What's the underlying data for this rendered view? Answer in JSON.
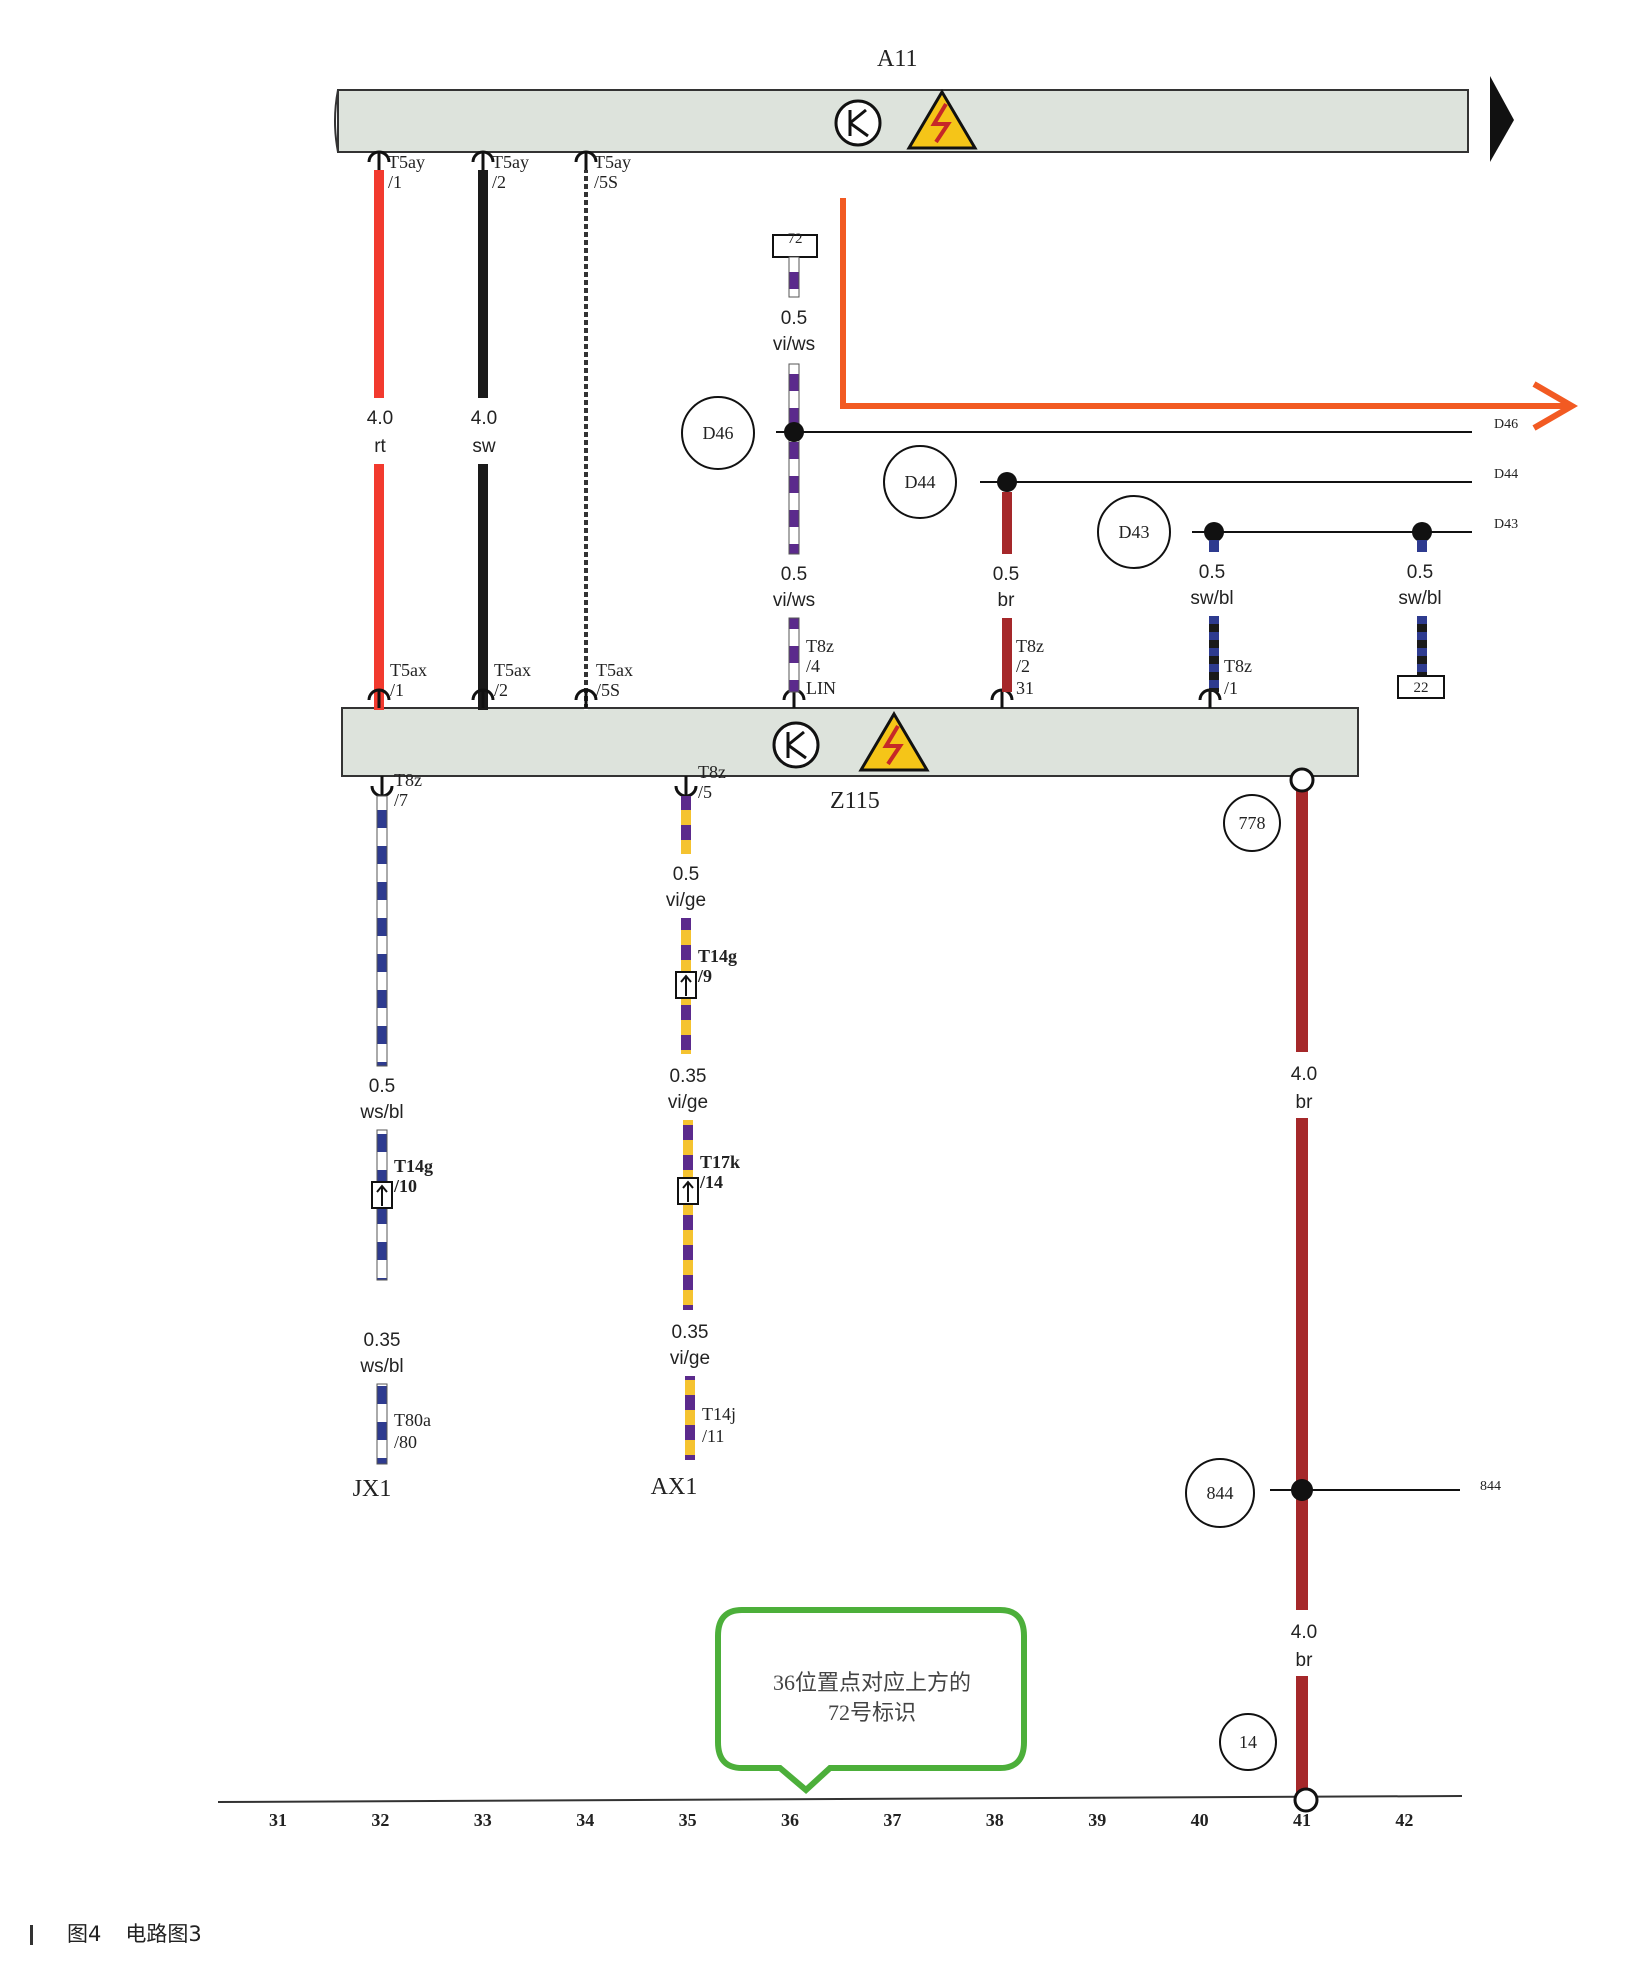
{
  "components": {
    "a11": "A11",
    "z115": "Z115",
    "jx1": "JX1",
    "ax1": "AX1"
  },
  "connectors": {
    "t5ay_1": "T5ay",
    "t5ay_1_pin": "/1",
    "t5ay_2": "T5ay",
    "t5ay_2_pin": "/2",
    "t5ay_5s": "T5ay",
    "t5ay_5s_pin": "/5S",
    "t5ax_1": "T5ax",
    "t5ax_1_pin": "/1",
    "t5ax_2": "T5ax",
    "t5ax_2_pin": "/2",
    "t5ax_5s": "T5ax",
    "t5ax_5s_pin": "/5S",
    "t8z_4": "T8z",
    "t8z_4_pin": "/4",
    "t8z_4_sig": "LIN",
    "t8z_2": "T8z",
    "t8z_2_pin": "/2",
    "t8z_2_sig": "31",
    "t8z_1": "T8z",
    "t8z_1_pin": "/1",
    "t8z_7": "T8z",
    "t8z_7_pin": "/7",
    "t8z_5": "T8z",
    "t8z_5_pin": "/5",
    "t14g_9": "T14g",
    "t14g_9_pin": "/9",
    "t14g_10": "T14g",
    "t14g_10_pin": "/10",
    "t17k": "T17k",
    "t17k_pin": "/14",
    "t80a": "T80a",
    "t80a_pin": "/80",
    "t14j": "T14j",
    "t14j_pin": "/11"
  },
  "wires": {
    "red_size": "4.0",
    "red_color": "rt",
    "black_size": "4.0",
    "black_color": "sw",
    "lin_top_size": "0.5",
    "lin_top_color": "vi/ws",
    "lin_bottom_size": "0.5",
    "lin_bottom_color": "vi/ws",
    "br_small_size": "0.5",
    "br_small_color": "br",
    "swbl_1_size": "0.5",
    "swbl_1_color": "sw/bl",
    "swbl_2_size": "0.5",
    "swbl_2_color": "sw/bl",
    "wsbl_1_size": "0.5",
    "wsbl_1_color": "ws/bl",
    "wsbl_2_size": "0.35",
    "wsbl_2_color": "ws/bl",
    "vige_1_size": "0.5",
    "vige_1_color": "vi/ge",
    "vige_2_size": "0.35",
    "vige_2_color": "vi/ge",
    "vige_3_size": "0.35",
    "vige_3_color": "vi/ge",
    "br_big_1_size": "4.0",
    "br_big_1_color": "br",
    "br_big_2_size": "4.0",
    "br_big_2_color": "br"
  },
  "refs": {
    "box_72": "72",
    "box_22": "22",
    "d46": "D46",
    "d46_end": "D46",
    "d44": "D44",
    "d44_end": "D44",
    "d43": "D43",
    "d43_end": "D43",
    "c778": "778",
    "c844": "844",
    "c844_end": "844",
    "c14": "14"
  },
  "ruler": [
    "31",
    "32",
    "33",
    "34",
    "35",
    "36",
    "37",
    "38",
    "39",
    "40",
    "41",
    "42"
  ],
  "callout": {
    "line1": "36位置点对应上方的",
    "line2": "72号标识"
  },
  "caption": {
    "figure": "图4",
    "title": "电路图3"
  },
  "colors": {
    "red_wire": "#f23a2e",
    "brown_wire": "#a5282a",
    "violet": "#5b2a8c",
    "yellow": "#f5c330",
    "blue": "#2e3b8f",
    "orange_arrow": "#f25a22",
    "callout_border": "#4caf3a",
    "bar_fill": "#dde3dc",
    "warning_yellow": "#f5c518"
  }
}
